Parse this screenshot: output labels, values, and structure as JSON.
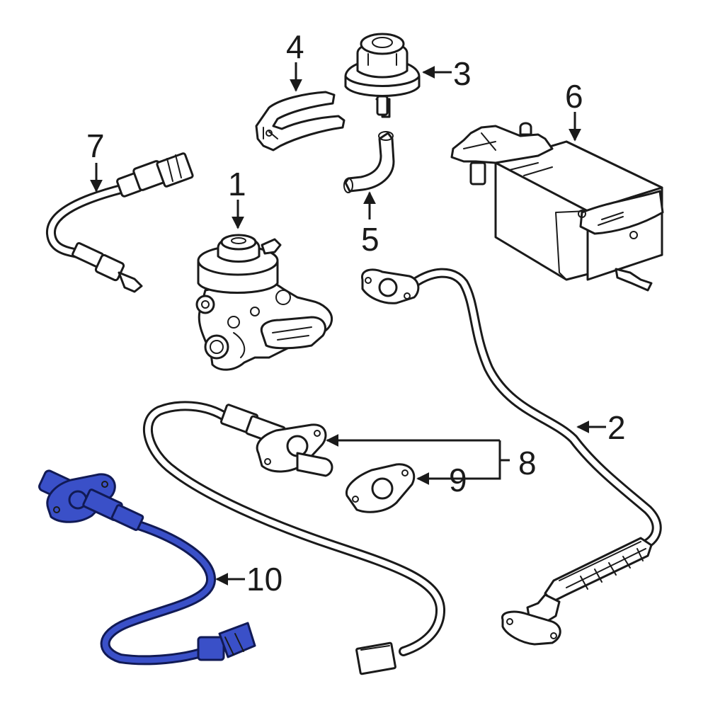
{
  "colors": {
    "line": "#1a1a1a",
    "highlight_fill": "#3a50c8",
    "highlight_stroke": "#111a55",
    "background": "#ffffff"
  },
  "highlighted_part": "10",
  "callouts": [
    {
      "id": "c1",
      "label": "1"
    },
    {
      "id": "c2",
      "label": "2"
    },
    {
      "id": "c3",
      "label": "3"
    },
    {
      "id": "c4",
      "label": "4"
    },
    {
      "id": "c5",
      "label": "5"
    },
    {
      "id": "c6",
      "label": "6"
    },
    {
      "id": "c7",
      "label": "7"
    },
    {
      "id": "c8",
      "label": "8"
    },
    {
      "id": "c9",
      "label": "9"
    },
    {
      "id": "c10",
      "label": "10"
    }
  ]
}
